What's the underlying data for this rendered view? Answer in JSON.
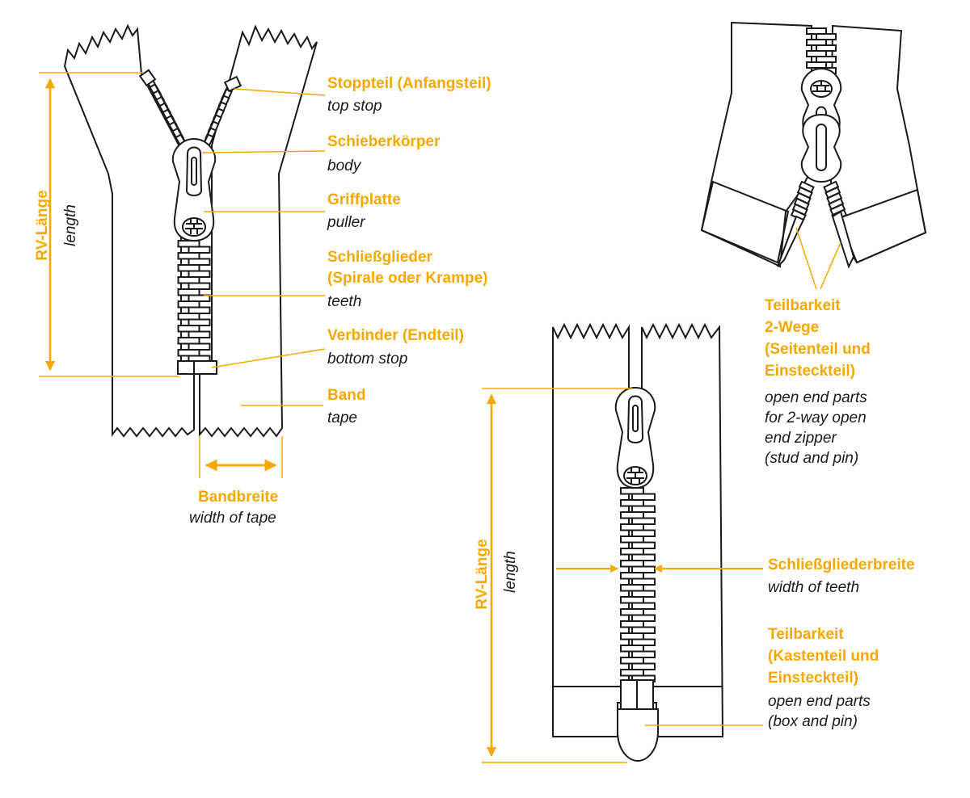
{
  "colors": {
    "accent": "#f5a900",
    "line": "#1a1a1a",
    "fill": "#ffffff"
  },
  "zipper1": {
    "length": {
      "de": "RV-Länge",
      "en": "length"
    },
    "labels": [
      {
        "id": "top-stop",
        "de": "Stoppteil (Anfangsteil)",
        "en": "top stop"
      },
      {
        "id": "body",
        "de": "Schieberkörper",
        "en": "body"
      },
      {
        "id": "puller",
        "de": "Griffplatte",
        "en": "puller"
      },
      {
        "id": "teeth",
        "de": "Schließglieder\n(Spirale oder Krampe)",
        "en": "teeth"
      },
      {
        "id": "bottom-stop",
        "de": "Verbinder (Endteil)",
        "en": "bottom stop"
      },
      {
        "id": "tape",
        "de": "Band",
        "en": "tape"
      }
    ],
    "tape_width": {
      "de": "Bandbreite",
      "en": "width of tape"
    }
  },
  "zipper2": {
    "labels": [
      {
        "id": "open-end-2way",
        "de": "Teilbarkeit\n2-Wege\n(Seitenteil und\nEinsteckteil)",
        "en": "open end parts\nfor 2-way open\nend zipper\n(stud and pin)"
      }
    ]
  },
  "zipper3": {
    "length": {
      "de": "RV-Länge",
      "en": "length"
    },
    "labels": [
      {
        "id": "width-of-teeth",
        "de": "Schließgliederbreite",
        "en": "width of teeth"
      },
      {
        "id": "open-end-box",
        "de": "Teilbarkeit\n(Kastenteil und\nEinsteckteil)",
        "en": "open end parts\n(box and pin)"
      }
    ]
  }
}
